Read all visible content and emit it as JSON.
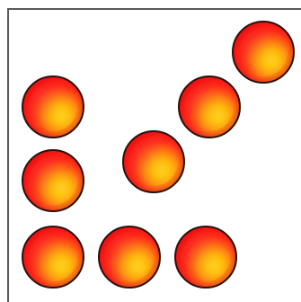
{
  "board": {
    "tokens": [
      {
        "color": "red-yellow",
        "name": "token-1"
      },
      {
        "color": "red-yellow",
        "name": "token-2"
      },
      {
        "color": "red-yellow",
        "name": "token-3"
      },
      {
        "color": "red-yellow",
        "name": "token-4"
      },
      {
        "color": "red-yellow",
        "name": "token-5"
      },
      {
        "color": "red-yellow",
        "name": "token-6"
      },
      {
        "color": "red-yellow",
        "name": "token-7"
      },
      {
        "color": "red-yellow",
        "name": "token-8"
      }
    ]
  }
}
